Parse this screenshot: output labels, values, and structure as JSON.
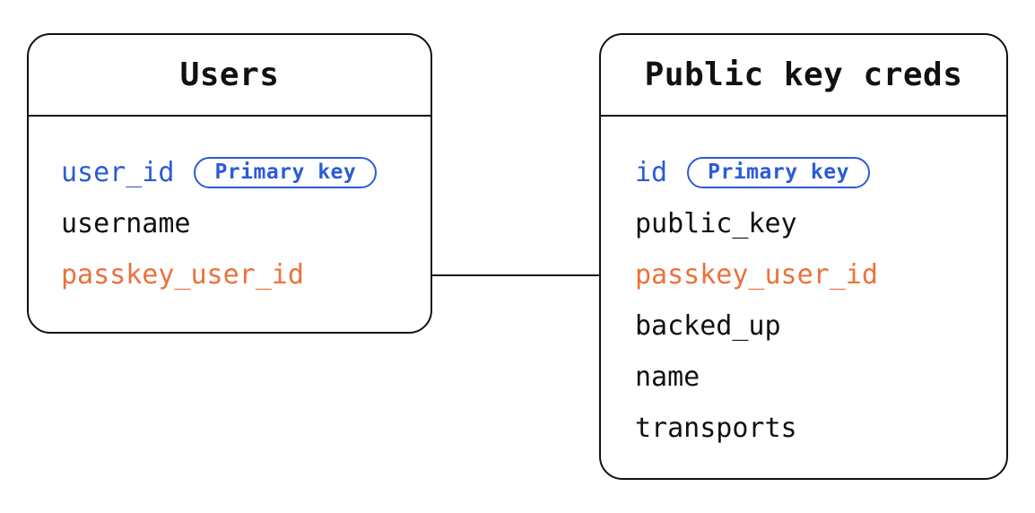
{
  "diagram": {
    "colors": {
      "primary_key_blue": "#2B5BD7",
      "foreign_key_orange": "#ED713B",
      "text_black": "#111111",
      "line_black": "#111111",
      "background": "#FFFFFF"
    },
    "tables": [
      {
        "title": "Users",
        "fields": [
          {
            "name": "user_id",
            "badge": "Primary key"
          },
          {
            "name": "username"
          },
          {
            "name": "passkey_user_id"
          }
        ]
      },
      {
        "title": "Public key creds",
        "fields": [
          {
            "name": "id",
            "badge": "Primary key"
          },
          {
            "name": "public_key"
          },
          {
            "name": "passkey_user_id"
          },
          {
            "name": "backed_up"
          },
          {
            "name": "name"
          },
          {
            "name": "transports"
          }
        ]
      }
    ],
    "relationship": {
      "from": "Users.passkey_user_id",
      "to": "Public key creds.passkey_user_id"
    }
  }
}
